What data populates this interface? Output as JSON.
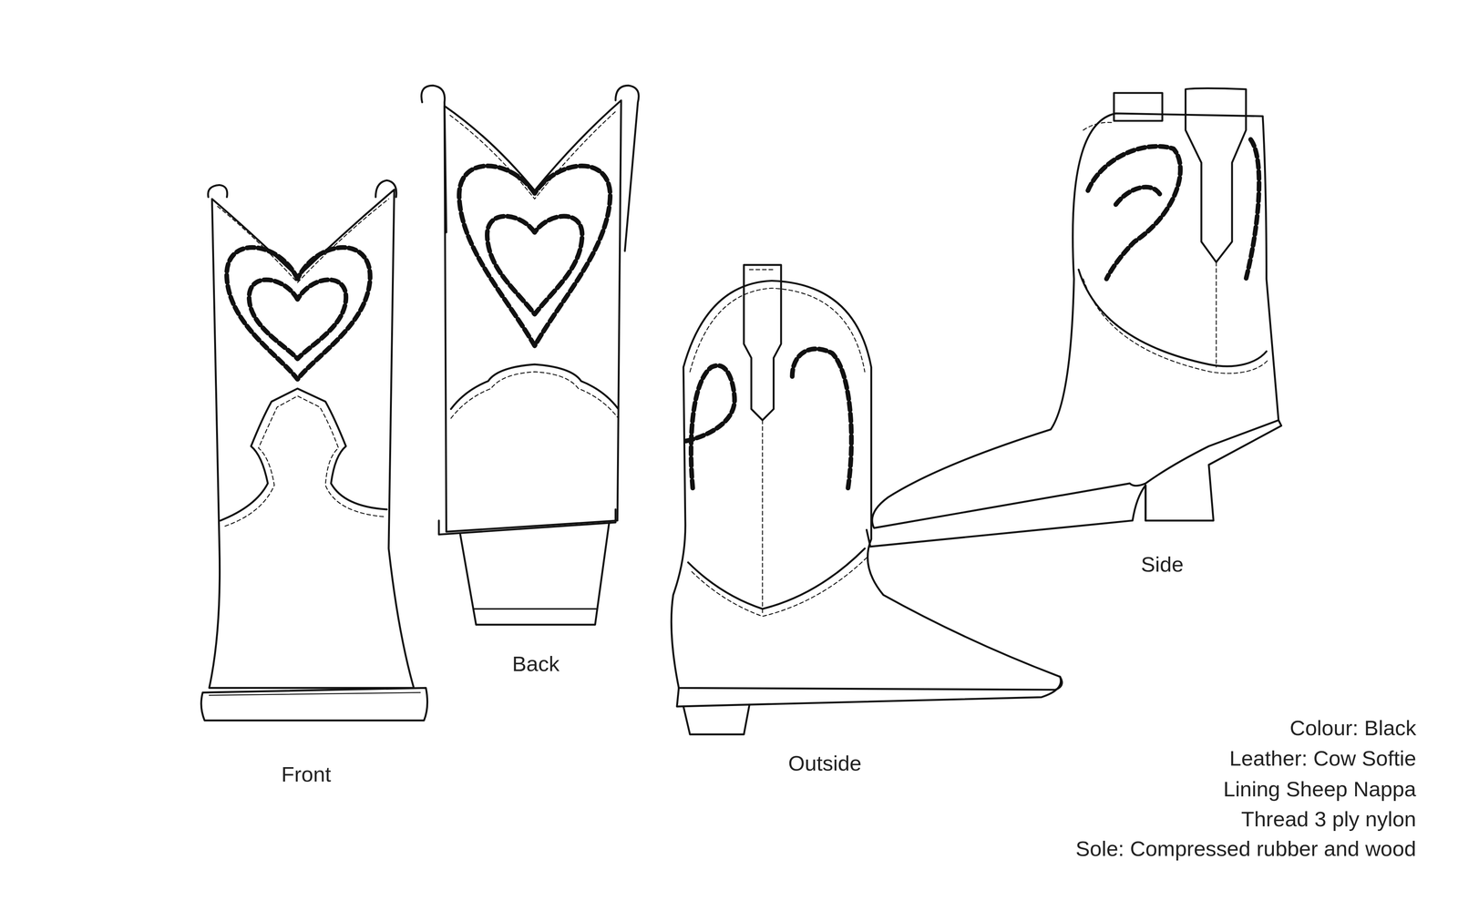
{
  "diagram": {
    "labels": [
      "Side",
      "Back",
      "Outside",
      "Front",
      "Colour: Black",
      "Leather: Cow Softie",
      "Lining Sheep Nappa",
      "Thread 3 ply nylon",
      "Sole: Compressed rubber and wood"
    ]
  }
}
